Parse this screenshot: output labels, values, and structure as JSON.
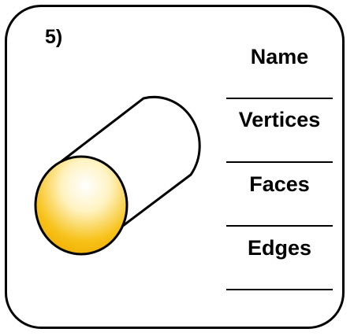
{
  "question": {
    "number": "5)"
  },
  "labels": {
    "name": "Name",
    "vertices": "Vertices",
    "faces": "Faces",
    "edges": "Edges"
  },
  "figure": {
    "shape": "cylinder-icon",
    "face_color": "#f5b800"
  }
}
